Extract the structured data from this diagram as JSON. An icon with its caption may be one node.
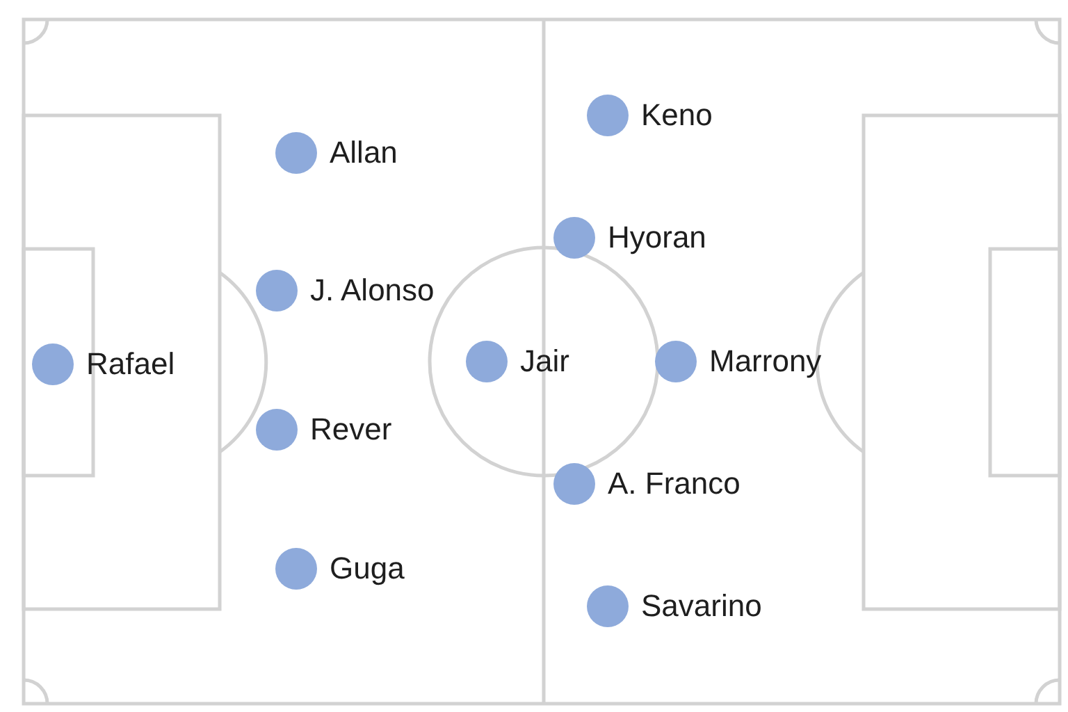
{
  "diagram": {
    "nodes": [
      {
        "text": [],
        "shape": "circle",
        "beside": [
          "Rafael"
        ]
      },
      {
        "text": [],
        "shape": "circle",
        "beside": [
          "Allan"
        ]
      },
      {
        "text": [],
        "shape": "circle",
        "beside": [
          "J. Alonso"
        ]
      },
      {
        "text": [],
        "shape": "circle",
        "beside": [
          "Rever"
        ]
      },
      {
        "text": [],
        "shape": "circle",
        "beside": [
          "Guga"
        ]
      },
      {
        "text": [],
        "shape": "circle",
        "beside": [
          "Jair"
        ]
      },
      {
        "text": [],
        "shape": "circle",
        "beside": [
          "Keno"
        ]
      },
      {
        "text": [],
        "shape": "circle",
        "beside": [
          "Hyoran"
        ]
      },
      {
        "text": [],
        "shape": "circle",
        "beside": [
          "Marrony"
        ]
      },
      {
        "text": [],
        "shape": "circle",
        "beside": [
          "A. Franco"
        ]
      },
      {
        "text": [],
        "shape": "circle",
        "beside": [
          "Savarino"
        ]
      }
    ]
  }
}
